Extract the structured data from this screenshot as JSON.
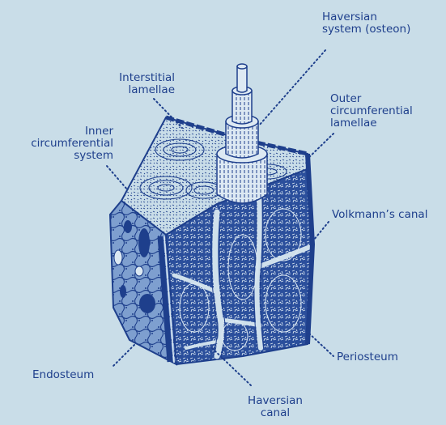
{
  "diagram": {
    "colors": {
      "background": "#c9dde8",
      "ink": "#1e3f8c",
      "pale": "#d7e5ef",
      "mid": "#3f63a8"
    },
    "labels": {
      "haversian_system": [
        "Haversian",
        "system (osteon)"
      ],
      "interstitial_lamellae": [
        "Interstitial",
        "lamellae"
      ],
      "outer_circumferential_lamellae": [
        "Outer",
        "circumferential",
        "lamellae"
      ],
      "inner_circumferential_system": [
        "Inner",
        "circumferential",
        "system"
      ],
      "volkmanns_canal": "Volkmann’s canal",
      "endosteum": "Endosteum",
      "periosteum": "Periosteum",
      "haversian_canal": [
        "Haversian",
        "canal"
      ]
    }
  }
}
